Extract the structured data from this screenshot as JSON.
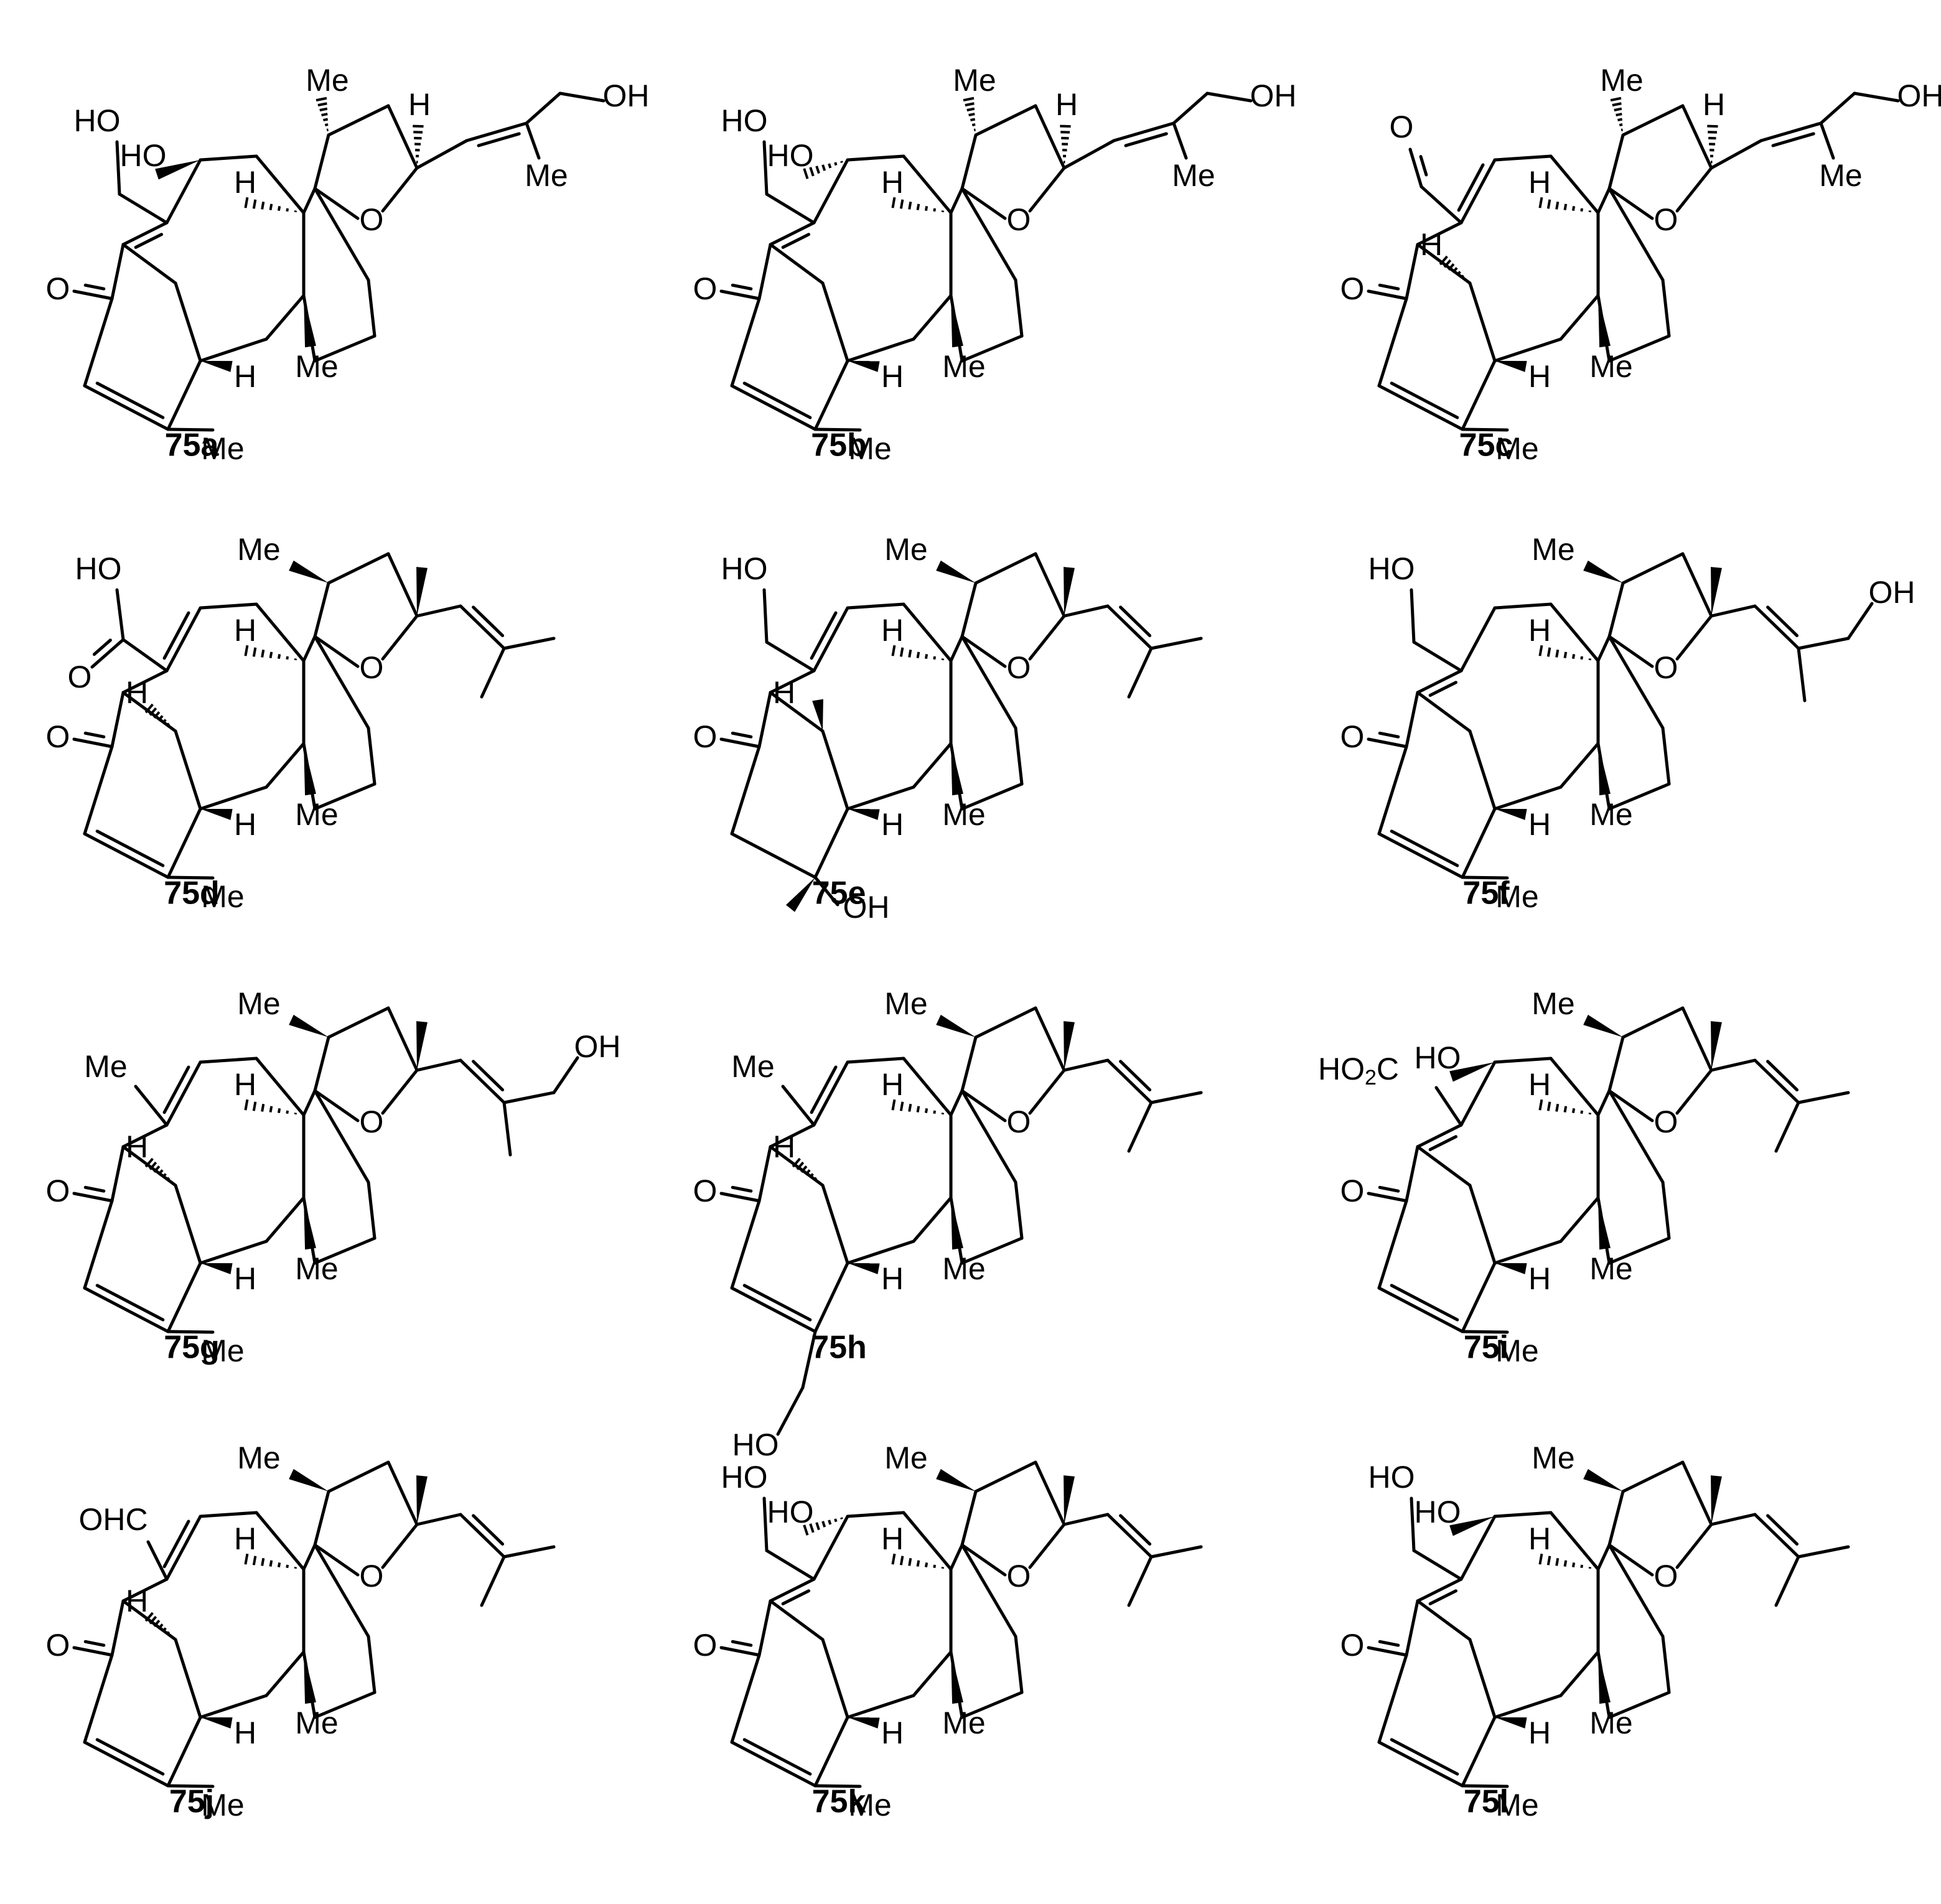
{
  "compounds": [
    {
      "id": "75a",
      "variant": "a",
      "labels": {
        "tl1": "HO",
        "tl2": "HO",
        "oxo": "O",
        "h8": "H",
        "h5": "H",
        "me_ring": "Me",
        "me_q": "Me",
        "me_thf": "Me",
        "h_thf": "H",
        "ring_o": "O",
        "me_chain": "Me",
        "chain_oh": "OH"
      }
    },
    {
      "id": "75b",
      "variant": "a",
      "labels": {
        "tl1": "HO",
        "tl2": "HO",
        "oxo": "O",
        "h8": "H",
        "h5": "H",
        "me_ring": "Me",
        "me_q": "Me",
        "me_thf": "Me",
        "h_thf": "H",
        "ring_o": "O",
        "me_chain": "Me",
        "chain_oh": "OH"
      }
    },
    {
      "id": "75c",
      "variant": "c",
      "labels": {
        "ald": "O",
        "oxo": "O",
        "h4": "H",
        "h8": "H",
        "h5": "H",
        "me_ring": "Me",
        "me_q": "Me",
        "me_thf": "Me",
        "h_thf": "H",
        "ring_o": "O",
        "me_chain": "Me",
        "chain_oh": "OH"
      }
    },
    {
      "id": "75d",
      "variant": "d",
      "labels": {
        "acid_oh": "HO",
        "acid_o": "O",
        "oxo": "O",
        "h4": "H",
        "h8": "H",
        "h5": "H",
        "me_ring": "Me",
        "me_q": "Me",
        "me_thf": "Me",
        "ring_o": "O"
      }
    },
    {
      "id": "75e",
      "variant": "e",
      "labels": {
        "ch2oh": "HO",
        "oxo": "O",
        "h4": "H",
        "h8": "H",
        "h5": "H",
        "oh5": "OH",
        "me_q": "Me",
        "me_thf": "Me",
        "ring_o": "O"
      }
    },
    {
      "id": "75f",
      "variant": "f",
      "labels": {
        "ch2oh": "HO",
        "oxo": "O",
        "h8": "H",
        "h5": "H",
        "me_ring": "Me",
        "me_q": "Me",
        "me_thf": "Me",
        "ring_o": "O",
        "chain_oh": "OH"
      }
    },
    {
      "id": "75g",
      "variant": "g",
      "labels": {
        "me7": "Me",
        "oxo": "O",
        "h4": "H",
        "h8": "H",
        "h5": "H",
        "me_ring": "Me",
        "me_q": "Me",
        "me_thf": "Me",
        "ring_o": "O",
        "chain_oh": "OH"
      }
    },
    {
      "id": "75h",
      "variant": "h",
      "labels": {
        "me7": "Me",
        "oxo": "O",
        "h4": "H",
        "h8": "H",
        "h5": "H",
        "ch2oh": "HO",
        "me_q": "Me",
        "me_thf": "Me",
        "ring_o": "O"
      }
    },
    {
      "id": "75i",
      "variant": "i",
      "labels": {
        "oh8": "HO",
        "co2h_a": "HO",
        "co2h_b": "2",
        "co2h_c": "C",
        "oxo": "O",
        "h8": "H",
        "h5": "H",
        "me_ring": "Me",
        "me_q": "Me",
        "me_thf": "Me",
        "ring_o": "O"
      }
    },
    {
      "id": "75j",
      "variant": "j",
      "labels": {
        "cho": "OHC",
        "oxo": "O",
        "h4": "H",
        "h8": "H",
        "h5": "H",
        "me_ring": "Me",
        "me_q": "Me",
        "me_thf": "Me",
        "ring_o": "O"
      }
    },
    {
      "id": "75k",
      "variant": "k",
      "labels": {
        "tl1": "HO",
        "tl2": "HO",
        "oxo": "O",
        "h8": "H",
        "h5": "H",
        "me_ring": "Me",
        "me_q": "Me",
        "me_thf": "Me",
        "ring_o": "O"
      }
    },
    {
      "id": "75l",
      "variant": "k",
      "labels": {
        "tl1": "HO",
        "tl2": "HO",
        "oxo": "O",
        "h8": "H",
        "h5": "H",
        "me_ring": "Me",
        "me_q": "Me",
        "me_thf": "Me",
        "ring_o": "O"
      }
    }
  ]
}
